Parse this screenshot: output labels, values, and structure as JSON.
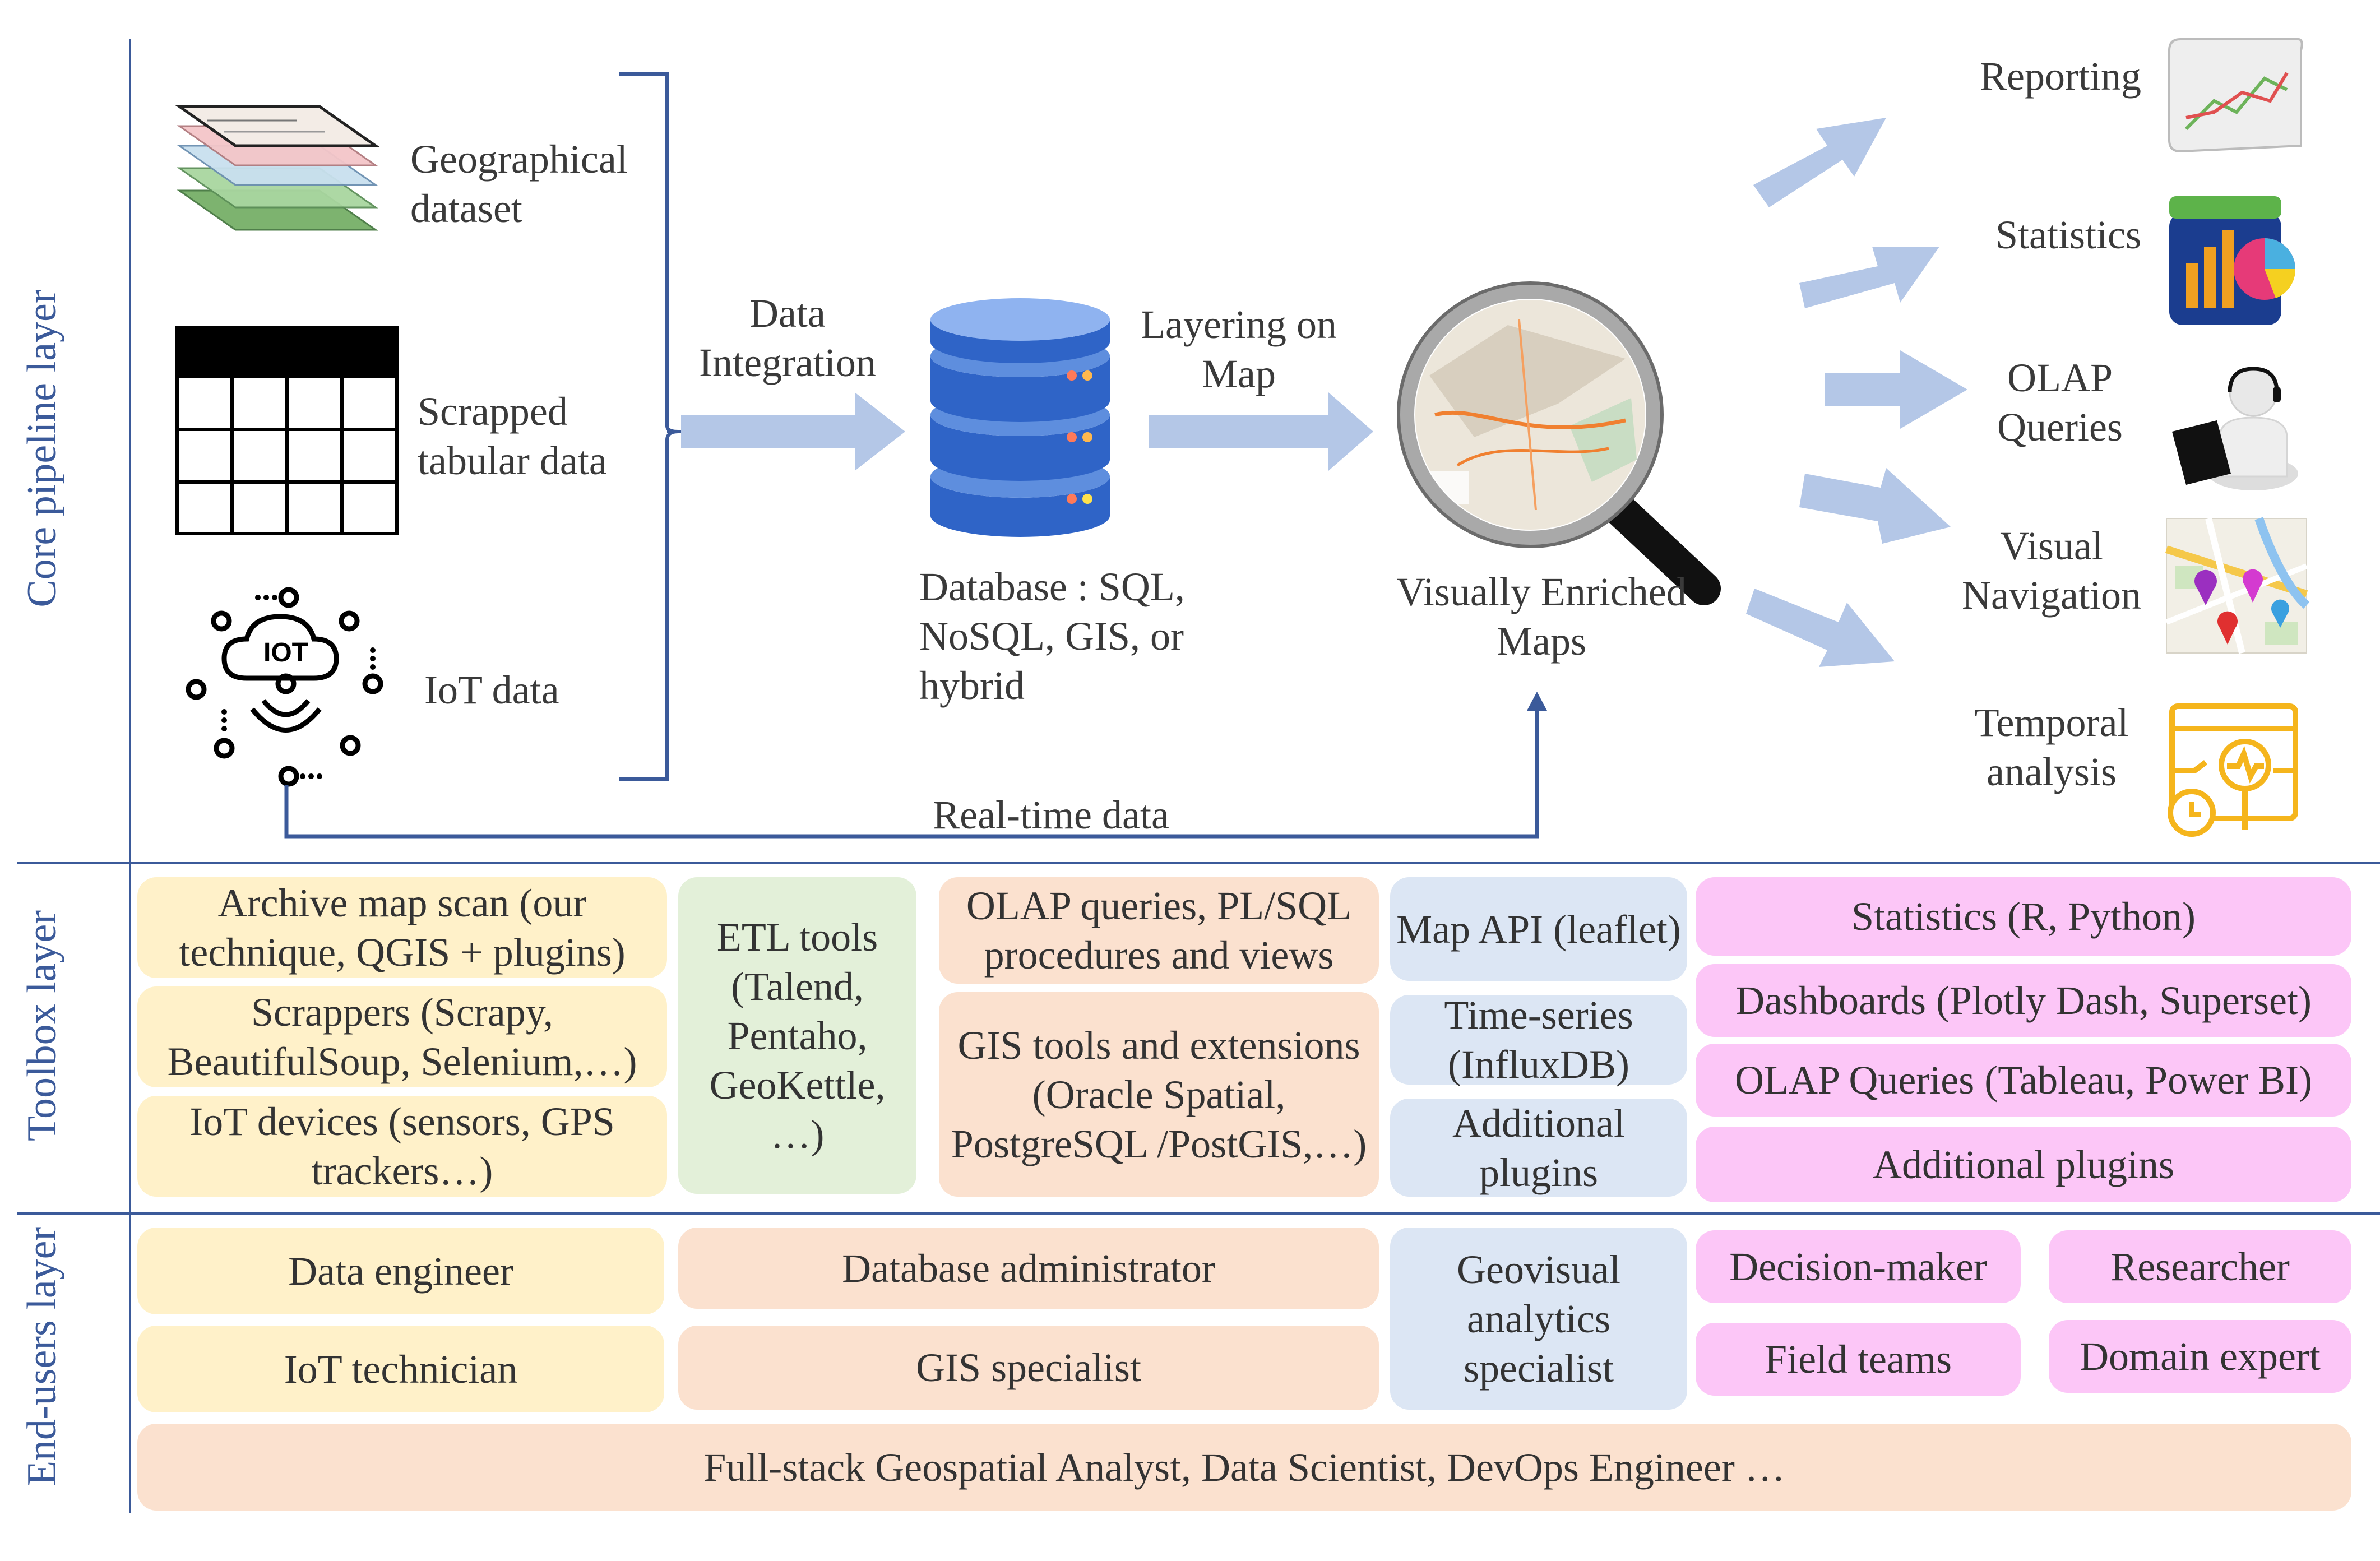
{
  "layers": {
    "core": "Core pipeline layer",
    "toolbox": "Toolbox layer",
    "endusers": "End-users layer"
  },
  "sources": {
    "geo": "Geographical dataset",
    "tabular": "Scrapped tabular data",
    "iot": "IoT data",
    "iot_badge": "IOT"
  },
  "flow": {
    "data_integration": "Data Integration",
    "database": "Database : SQL, NoSQL, GIS, or hybrid",
    "layering": "Layering on Map",
    "maps": "Visually Enriched Maps",
    "realtime": "Real-time data"
  },
  "outputs": {
    "reporting": "Reporting",
    "statistics": "Statistics",
    "olap": "OLAP Queries",
    "navigation": "Visual Navigation",
    "temporal": "Temporal analysis"
  },
  "toolbox": {
    "archive": "Archive map scan (our technique, QGIS + plugins)",
    "scrappers": "Scrappers (Scrapy, BeautifulSoup, Selenium,…)",
    "iot_devices": "IoT devices (sensors, GPS trackers…)",
    "etl": "ETL tools (Talend, Pentaho, GeoKettle, …)",
    "olap_sql": "OLAP queries, PL/SQL procedures and views",
    "gis_tools": "GIS tools and extensions (Oracle Spatial, PostgreSQL /PostGIS,…)",
    "map_api": "Map API (leaflet)",
    "timeseries": "Time-series (InfluxDB)",
    "additional_plugins_blue": "Additional plugins",
    "stats_tools": "Statistics (R, Python)",
    "dashboards": "Dashboards (Plotly Dash, Superset)",
    "olap_tools": "OLAP Queries (Tableau, Power BI)",
    "additional_plugins_pink": "Additional plugins"
  },
  "endusers": {
    "data_engineer": "Data engineer",
    "iot_technician": "IoT technician",
    "db_admin": "Database administrator",
    "gis_specialist": "GIS specialist",
    "geovisual": "Geovisual analytics specialist",
    "decision_maker": "Decision-maker",
    "researcher": "Researcher",
    "field_teams": "Field teams",
    "domain_expert": "Domain expert",
    "fullstack": "Full-stack Geospatial Analyst, Data Scientist, DevOps Engineer …"
  },
  "colors": {
    "layer_line": "#3b5a9a",
    "arrow": "#b4c7e7",
    "yellow": "#fff1c9",
    "green": "#e3f0d9",
    "peach": "#fbe1cf",
    "blue": "#dce6f4",
    "pink": "#fcc6f7"
  }
}
